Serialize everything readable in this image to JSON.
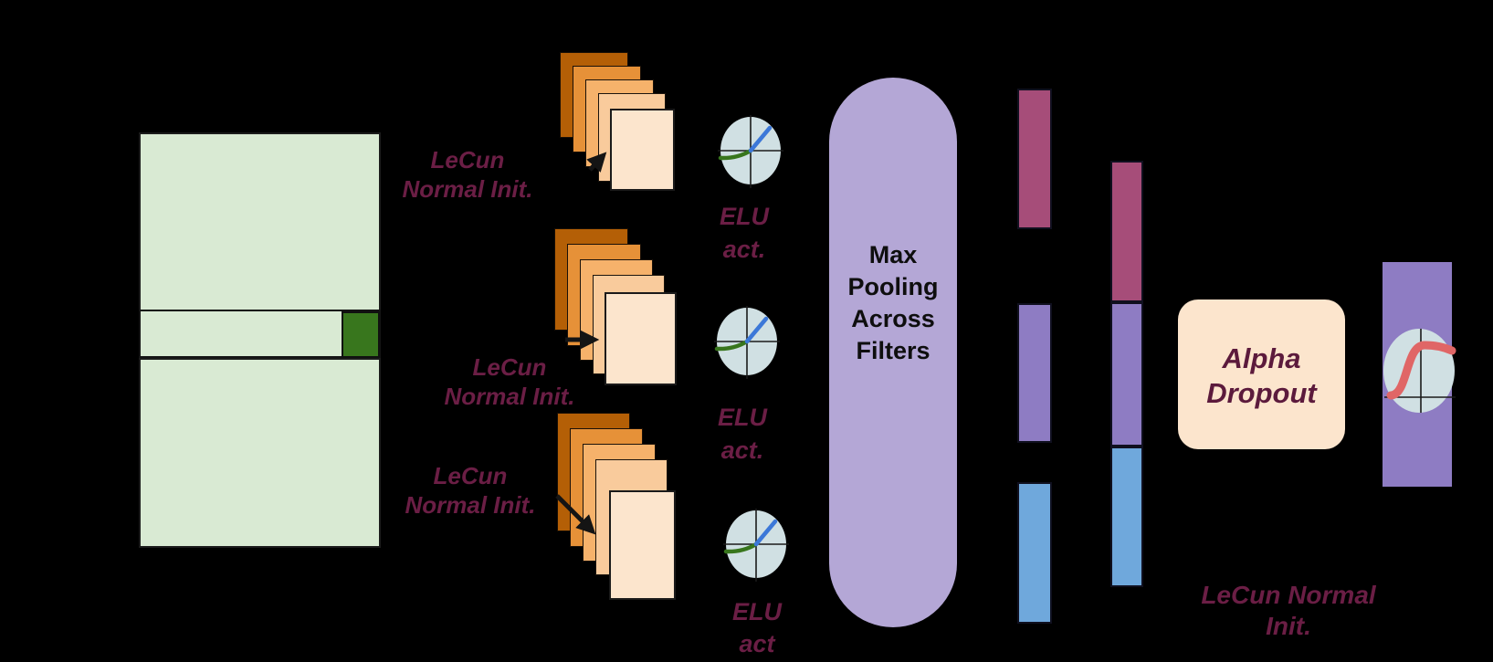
{
  "background_color": "#000000",
  "text_color": "#6b1e45",
  "input_matrix": {
    "fill": "#d9ead3",
    "highlight_cell_color": "#38761d"
  },
  "conv_stacks": [
    {
      "name": "conv-filter-stack-1",
      "card_colors": [
        "#b45f06",
        "#e69138",
        "#f6b26b",
        "#f9cb9c",
        "#fce5cd"
      ]
    },
    {
      "name": "conv-filter-stack-2",
      "card_colors": [
        "#b45f06",
        "#e69138",
        "#f6b26b",
        "#f9cb9c",
        "#fce5cd"
      ]
    },
    {
      "name": "conv-filter-stack-3",
      "card_colors": [
        "#b45f06",
        "#e69138",
        "#f6b26b",
        "#f9cb9c",
        "#fce5cd"
      ]
    }
  ],
  "init_labels": [
    {
      "lines": [
        "LeCun",
        "Normal Init."
      ]
    },
    {
      "lines": [
        "LeCun",
        "Normal Init."
      ]
    },
    {
      "lines": [
        "LeCun",
        "Normal Init."
      ]
    },
    {
      "lines": [
        "LeCun Normal",
        "Init."
      ]
    }
  ],
  "activations": [
    {
      "lines": [
        "ELU",
        "act."
      ],
      "circle_fill": "#d0e0e3",
      "negative_curve_color": "#38761d",
      "positive_curve_color": "#3c78d8"
    },
    {
      "lines": [
        "ELU",
        "act."
      ],
      "circle_fill": "#d0e0e3",
      "negative_curve_color": "#38761d",
      "positive_curve_color": "#3c78d8"
    },
    {
      "lines": [
        "ELU",
        "act"
      ],
      "circle_fill": "#d0e0e3",
      "negative_curve_color": "#38761d",
      "positive_curve_color": "#3c78d8"
    }
  ],
  "max_pooling": {
    "lines": [
      "Max",
      "Pooling",
      "Across",
      "Filters"
    ],
    "fill": "#b4a7d6",
    "text_color": "#0e0e0e"
  },
  "feature_columns": {
    "bar_colors": {
      "maroon": "#a64d79",
      "purple": "#8e7cc3",
      "blue": "#6fa8dc"
    },
    "column1_segments": [
      "maroon",
      "purple",
      "blue"
    ],
    "column2_segments": [
      "maroon",
      "purple",
      "blue"
    ]
  },
  "alpha_dropout": {
    "lines": [
      "Alpha",
      "Dropout"
    ],
    "fill": "#fce5cd",
    "text_color": "#5c1a3c"
  },
  "output_layer": {
    "fill": "#8e7cc3",
    "circle_fill": "#d0e0e3",
    "sigmoid_color": "#e06666"
  }
}
